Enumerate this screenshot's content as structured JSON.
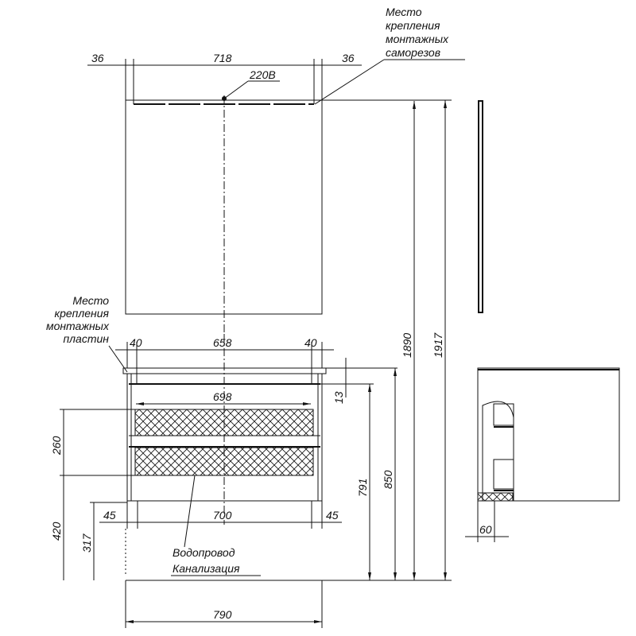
{
  "labels": {
    "mirror_mount": [
      "Место",
      "крепления",
      "монтажных",
      "саморезов"
    ],
    "plate_mount": [
      "Место",
      "крепления",
      "монтажных",
      "пластин"
    ],
    "power": "220В",
    "water": "Водопровод",
    "sewer": "Канализация"
  },
  "dimensions": {
    "mirror_left": "36",
    "mirror_width": "718",
    "mirror_right": "36",
    "mirror_height": "1890",
    "total_height": "1917",
    "plate_left": "40",
    "plate_span": "658",
    "plate_right": "40",
    "inner_width": "698",
    "top_thickness": "13",
    "drawer_height": "260",
    "drawer_floor": "420",
    "pipe_height": "317",
    "leg_left": "45",
    "leg_span": "700",
    "leg_right": "45",
    "cabinet_body_height": "791",
    "cabinet_height": "850",
    "cabinet_width": "790",
    "side_gap": "60"
  }
}
